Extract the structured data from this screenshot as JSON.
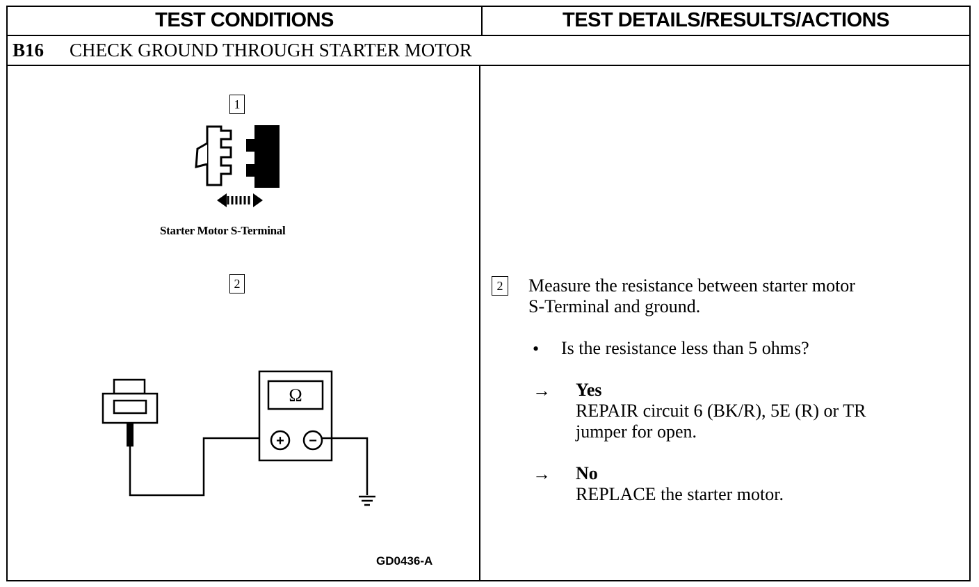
{
  "header": {
    "left_title": "TEST CONDITIONS",
    "right_title": "TEST DETAILS/RESULTS/ACTIONS"
  },
  "step": {
    "code": "B16",
    "title": "CHECK GROUND THROUGH STARTER MOTOR"
  },
  "figure": {
    "callout_1": "1",
    "caption_1": "Starter Motor S-Terminal",
    "callout_2": "2",
    "meter_symbol": "Ω",
    "plus_symbol": "+",
    "minus_symbol": "−",
    "figure_id": "GD0436-A"
  },
  "details": {
    "step_number": "2",
    "instruction_line1": "Measure the resistance between starter motor",
    "instruction_line2": "S-Terminal and ground.",
    "bullet": "•",
    "question": "Is the resistance less than 5 ohms?",
    "arrow": "→",
    "yes_label": "Yes",
    "yes_action_line1": "REPAIR circuit 6 (BK/R), 5E (R) or TR",
    "yes_action_line2": "jumper for open.",
    "no_label": "No",
    "no_action": "REPLACE the starter motor."
  }
}
